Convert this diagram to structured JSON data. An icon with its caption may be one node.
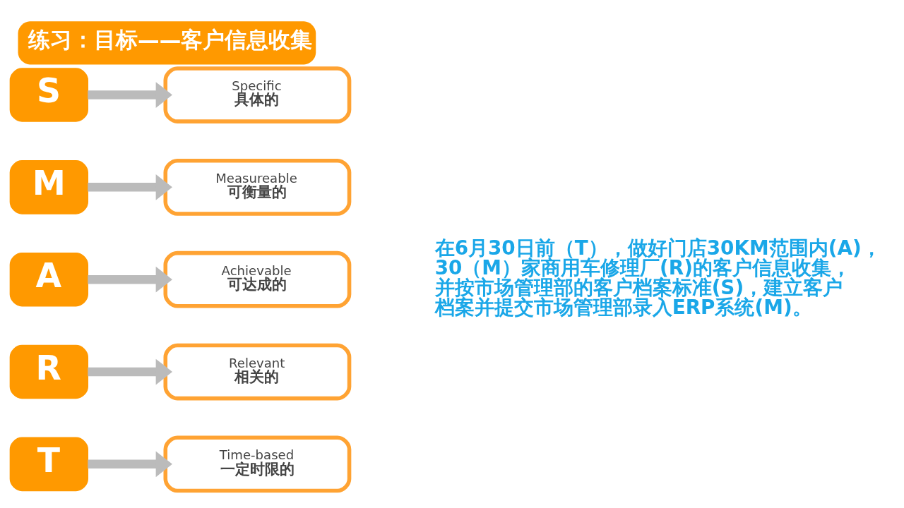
{
  "diagram": {
    "title": "练习：目标——客户信息收集",
    "nodes": [
      {
        "text": [
          "S"
        ]
      },
      {
        "text": [
          "Specific",
          "具体的"
        ]
      },
      {
        "text": [
          "M"
        ]
      },
      {
        "text": [
          "Measureable",
          "可衡量的"
        ]
      },
      {
        "text": [
          "A"
        ]
      },
      {
        "text": [
          "Achievable",
          "可达成的"
        ]
      },
      {
        "text": [
          "R"
        ]
      },
      {
        "text": [
          "Relevant",
          "相关的"
        ]
      },
      {
        "text": [
          "T"
        ]
      },
      {
        "text": [
          "Time-based",
          "一定时限的"
        ]
      }
    ],
    "edges": [
      {
        "from": 0,
        "to": 1,
        "arrow": "to"
      },
      {
        "from": 2,
        "to": 3,
        "arrow": "to"
      },
      {
        "from": 4,
        "to": 5,
        "arrow": "to"
      },
      {
        "from": 6,
        "to": 7,
        "arrow": "to"
      },
      {
        "from": 8,
        "to": 9,
        "arrow": "to"
      }
    ],
    "labels": [
      "在6月30日前（T），做好门店30KM范围内(A)，30（M）家商用车修理厂(R)的客户信息收集，并按市场管理部的客户档案标准(S)，建立客户档案并提交市场管理部录入ERP系统(M)。"
    ]
  }
}
